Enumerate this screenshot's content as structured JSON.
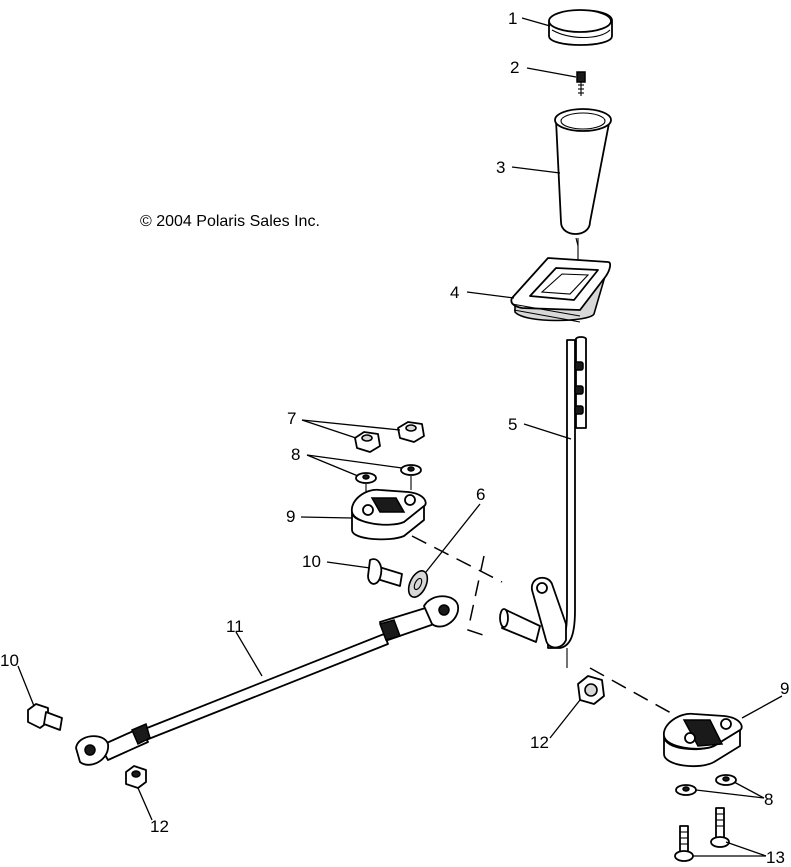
{
  "copyright": "© 2004 Polaris Sales Inc.",
  "callouts": {
    "c1": "1",
    "c2": "2",
    "c3": "3",
    "c4": "4",
    "c5": "5",
    "c6": "6",
    "c7": "7",
    "c8a": "8",
    "c8b": "8",
    "c9a": "9",
    "c9b": "9",
    "c10a": "10",
    "c10b": "10",
    "c11": "11",
    "c12a": "12",
    "c12b": "12",
    "c13": "13"
  }
}
